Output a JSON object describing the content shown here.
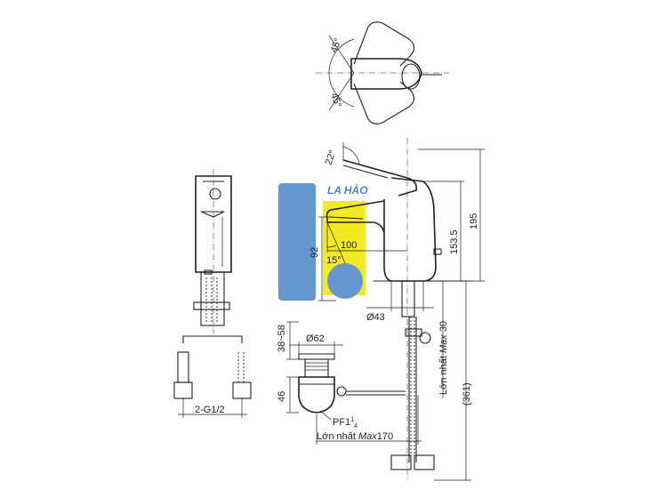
{
  "top_view": {
    "angle_upper": "45°",
    "angle_lower": "45°"
  },
  "side_view": {
    "lever_angle": "22°",
    "height_total": "195",
    "height_spout": "153.5",
    "spout_height": "92",
    "spout_reach": "100",
    "spout_angle": "15°",
    "body_diameter": "Ø43",
    "max_deck_label_prefix": "Lớn nhất ",
    "max_deck_label_italic": "Max",
    "max_deck_label_value": " 30",
    "hose_length": "(361)"
  },
  "waste": {
    "flange_diameter": "Ø62",
    "range_height": "38~58",
    "body_height": "46",
    "thread_label": "PF1",
    "thread_sup": "1",
    "thread_sub": "4",
    "max_reach_prefix": "Lớn nhất ",
    "max_reach_italic": "Max",
    "max_reach_value": "170"
  },
  "front_view": {
    "connection_label": "2-G1/2"
  },
  "watermark": {
    "brand_text": "LA HÀO",
    "colors": {
      "blue": "#4a86c8",
      "yellow": "#f3e600",
      "text": "#2f6db5"
    }
  }
}
